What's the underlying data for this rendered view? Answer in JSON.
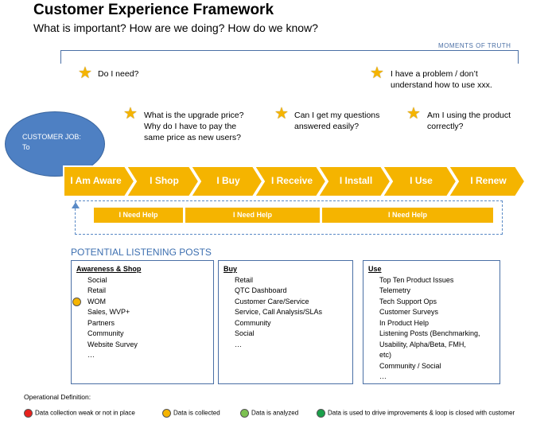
{
  "header": {
    "title": "Customer Experience Framework",
    "subtitle": "What is important? How are we doing? How do we know?"
  },
  "moments_of_truth_label": "MOMENTS OF TRUTH",
  "questions": {
    "do_i_need": "Do I need?",
    "problem_line1": "I have a problem / don’t",
    "problem_line2": "understand how to use xxx.",
    "upgrade_line1": "What is the upgrade price?",
    "upgrade_line2": "Why do I have to pay the",
    "upgrade_line3": "same price as new users?",
    "answered_line1": "Can I get my questions",
    "answered_line2": "answered easily?",
    "using_line1": "Am I using the product",
    "using_line2": "correctly?"
  },
  "customer_job": {
    "line1": "CUSTOMER JOB:",
    "line2": "To"
  },
  "stages": [
    "I Am Aware",
    "I Shop",
    "I Buy",
    "I Receive",
    "I Install",
    "I Use",
    "I Renew"
  ],
  "help_bars": [
    "I Need Help",
    "I Need Help",
    "I Need Help"
  ],
  "listening_posts": {
    "title": "POTENTIAL LISTENING POSTS",
    "awareness": {
      "header": "Awareness & Shop",
      "items": [
        "Social",
        "Retail",
        "WOM",
        "Sales, WVP+",
        "Partners",
        "Community",
        "Website Survey",
        "…"
      ]
    },
    "buy": {
      "header": "Buy",
      "items": [
        "Retail",
        "QTC Dashboard",
        "Customer Care/Service",
        "Service, Call Analysis/SLAs",
        "Community",
        "Social",
        "…"
      ]
    },
    "use": {
      "header": "Use",
      "items": [
        "Top Ten Product Issues",
        "Telemetry",
        "Tech Support Ops",
        "Customer Surveys",
        "In Product Help",
        "Listening Posts (Benchmarking,",
        "Usability, Alpha/Beta, FMH,",
        "etc)",
        "Community / Social",
        "…"
      ]
    }
  },
  "legend": {
    "title": "Operational Definition:",
    "items": [
      {
        "label": "Data collection weak or not in place",
        "color": "#e8211d"
      },
      {
        "label": "Data is collected",
        "color": "#f5b400"
      },
      {
        "label": "Data is analyzed",
        "color": "#7cc151"
      },
      {
        "label": "Data is used to drive improvements & loop is closed with customer",
        "color": "#1aa04a"
      }
    ]
  },
  "colors": {
    "accent": "#f5b400",
    "blue": "#4e80c3",
    "line": "#4a6fa5"
  }
}
